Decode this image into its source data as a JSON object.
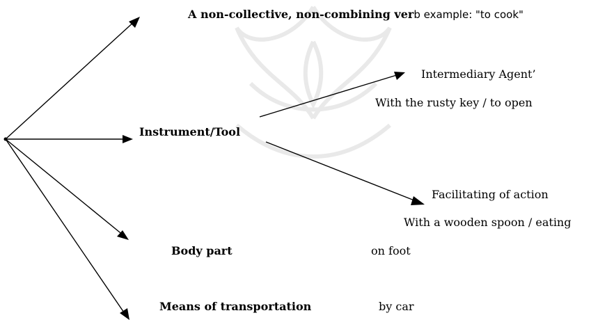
{
  "top_label": {
    "bold": "A non-collective, non-combining ver",
    "plain": "b example: \"to cook\""
  },
  "instrument": {
    "bold1": "Instrum",
    "rest": "ent/Tool"
  },
  "intermediary": {
    "title": "Intermediary Agent’",
    "example": "With the rusty key / to  open"
  },
  "facilitating": {
    "title": "Facilitating of action",
    "example": "With a wooden spoon / eating"
  },
  "body_part": {
    "label": "Body part",
    "example": "on foot"
  },
  "transport": {
    "label": "Means of transportation",
    "example": "by car"
  },
  "colors": {
    "line": "#000000",
    "watermark": "#888888"
  }
}
